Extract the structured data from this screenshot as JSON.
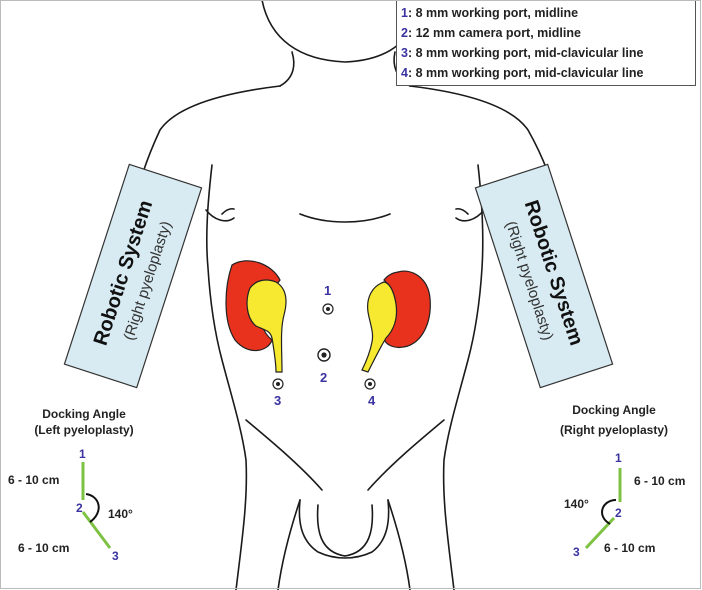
{
  "legend": {
    "items": [
      {
        "num": "1",
        "text": ": 8 mm working port, midline"
      },
      {
        "num": "2",
        "text": ": 12 mm camera port, midline"
      },
      {
        "num": "3",
        "text": ": 8 mm working port, mid-clavicular line"
      },
      {
        "num": "4",
        "text": ": 8 mm working port, mid-clavicular line"
      }
    ]
  },
  "robot_left": {
    "title": "Robotic System",
    "subtitle": "(Right pyeloplasty)"
  },
  "robot_right": {
    "title": "Robotic System",
    "subtitle": "(Right pyeloplasty)"
  },
  "ports": [
    "1",
    "2",
    "3",
    "4"
  ],
  "docking_left": {
    "title_line1": "Docking Angle",
    "title_line2": "(Left pyeloplasty)",
    "distance_upper": "6 - 10 cm",
    "distance_lower": "6 - 10 cm",
    "angle": "140°",
    "points": [
      "1",
      "2",
      "3"
    ]
  },
  "docking_right": {
    "title_line1": "Docking Angle",
    "title_line2": "(Right pyeloplasty)",
    "distance_upper": "6 - 10 cm",
    "distance_lower": "6 - 10 cm",
    "angle": "140°",
    "points": [
      "1",
      "2",
      "3"
    ]
  },
  "colors": {
    "kidney": "#e8321e",
    "ureter": "#f7e830",
    "robot_box": "#d8ebf2",
    "docking_line": "#7dc242",
    "port_number": "#3a33a0"
  }
}
